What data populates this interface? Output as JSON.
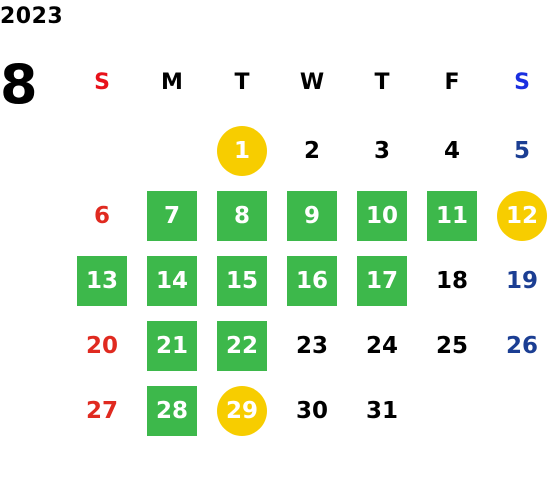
{
  "calendar": {
    "year": "2023",
    "month": "8",
    "weekdays": [
      {
        "label": "S",
        "color": "#e8111a"
      },
      {
        "label": "M",
        "color": "#000000"
      },
      {
        "label": "T",
        "color": "#000000"
      },
      {
        "label": "W",
        "color": "#000000"
      },
      {
        "label": "T",
        "color": "#000000"
      },
      {
        "label": "F",
        "color": "#000000"
      },
      {
        "label": "S",
        "color": "#1a2fe0"
      }
    ],
    "colors": {
      "sunday": "#e02a20",
      "saturday": "#1b3e93",
      "weekday": "#000000",
      "holiday_circle": "#f7cd00",
      "green_box": "#3db84b",
      "marked_text": "#ffffff"
    },
    "leading_blank_days": 2,
    "days": [
      {
        "day": "1",
        "style": "holiday"
      },
      {
        "day": "2",
        "style": "plain"
      },
      {
        "day": "3",
        "style": "plain"
      },
      {
        "day": "4",
        "style": "plain"
      },
      {
        "day": "5",
        "style": "plain"
      },
      {
        "day": "6",
        "style": "plain"
      },
      {
        "day": "7",
        "style": "green"
      },
      {
        "day": "8",
        "style": "green"
      },
      {
        "day": "9",
        "style": "green"
      },
      {
        "day": "10",
        "style": "green"
      },
      {
        "day": "11",
        "style": "green"
      },
      {
        "day": "12",
        "style": "holiday"
      },
      {
        "day": "13",
        "style": "green"
      },
      {
        "day": "14",
        "style": "green"
      },
      {
        "day": "15",
        "style": "green"
      },
      {
        "day": "16",
        "style": "green"
      },
      {
        "day": "17",
        "style": "green"
      },
      {
        "day": "18",
        "style": "plain"
      },
      {
        "day": "19",
        "style": "plain"
      },
      {
        "day": "20",
        "style": "plain"
      },
      {
        "day": "21",
        "style": "green"
      },
      {
        "day": "22",
        "style": "green"
      },
      {
        "day": "23",
        "style": "plain"
      },
      {
        "day": "24",
        "style": "plain"
      },
      {
        "day": "25",
        "style": "plain"
      },
      {
        "day": "26",
        "style": "plain"
      },
      {
        "day": "27",
        "style": "plain"
      },
      {
        "day": "28",
        "style": "green"
      },
      {
        "day": "29",
        "style": "holiday"
      },
      {
        "day": "30",
        "style": "plain"
      },
      {
        "day": "31",
        "style": "plain"
      }
    ]
  }
}
